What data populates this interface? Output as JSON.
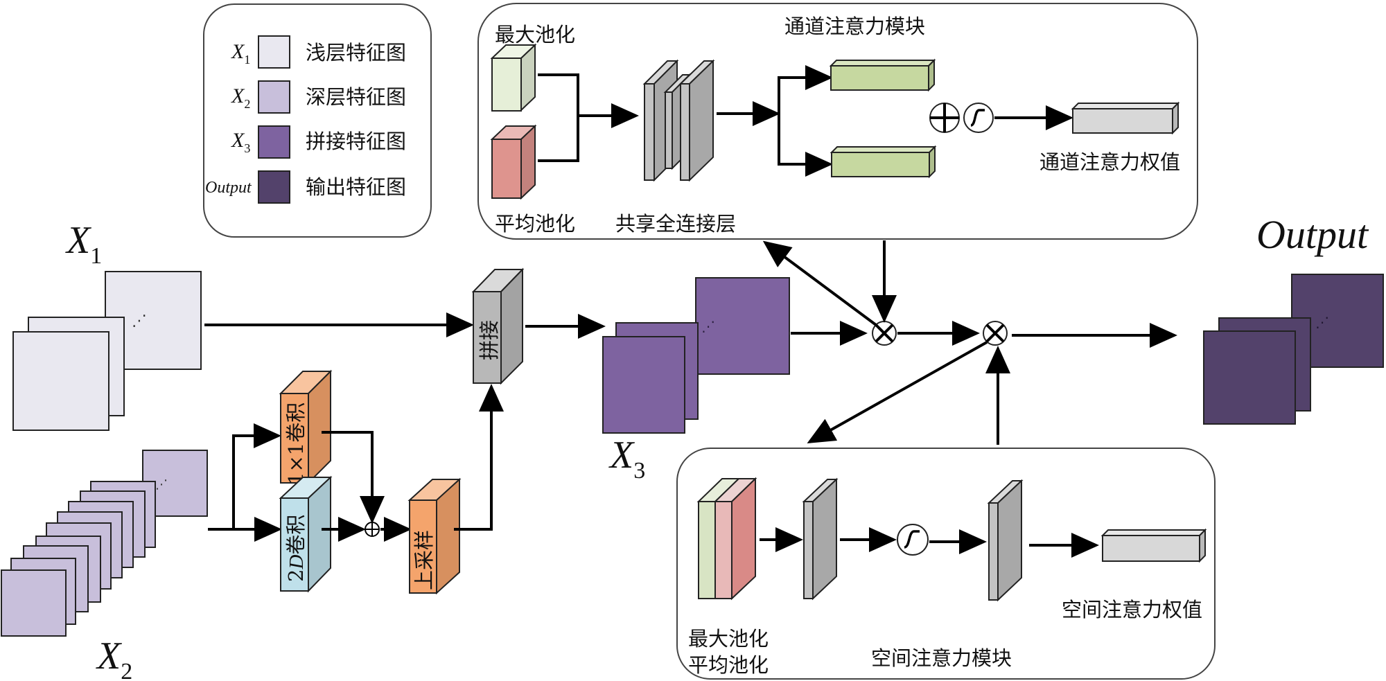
{
  "legend": {
    "items": [
      {
        "symbol": "X",
        "sub": "1",
        "label": "浅层特征图",
        "color": "#e9e8f0"
      },
      {
        "symbol": "X",
        "sub": "2",
        "label": "深层特征图",
        "color": "#c8bfdb"
      },
      {
        "symbol": "X",
        "sub": "3",
        "label": "拼接特征图",
        "color": "#7e63a0"
      },
      {
        "symbol": "Output",
        "sub": "",
        "label": "输出特征图",
        "color": "#53426b"
      }
    ]
  },
  "inputs": {
    "x1": {
      "symbol": "X",
      "sub": "1",
      "color": "#e9e8f0"
    },
    "x2": {
      "symbol": "X",
      "sub": "2",
      "color": "#c8bfdb"
    },
    "x3": {
      "symbol": "X",
      "sub": "3",
      "color": "#7e63a0"
    },
    "output": {
      "symbol": "Output",
      "color": "#53426b"
    },
    "ellipsis": "⋰"
  },
  "branch": {
    "conv1x1": {
      "label": "1×1卷积",
      "color": "#f4a46c"
    },
    "conv2d": {
      "label_prefix": "2",
      "label_italic": "D",
      "label_suffix": "卷积",
      "color": "#bfe0ea"
    },
    "upsample": {
      "label": "上采样",
      "color": "#f4a46c"
    },
    "concat": {
      "label": "拼接",
      "color": "#b8b8b8"
    },
    "add_symbol": "⊕"
  },
  "channel_module": {
    "title": "通道注意力模块",
    "max_pool_label": "最大池化",
    "avg_pool_label": "平均池化",
    "shared_fc_label": "共享全连接层",
    "weight_label": "通道注意力权值",
    "max_pool_color": "#e6efd8",
    "avg_pool_color": "#de948e",
    "fc_color": "#a8a8a8",
    "mlp_out_color": "#c6d8a0",
    "weight_color": "#d8d8d8"
  },
  "spatial_module": {
    "title": "空间注意力模块",
    "pool_label_1": "最大池化",
    "pool_label_2": "平均池化",
    "weight_label": "空间注意力权值",
    "conv_color": "#a8a8a8",
    "weight_color": "#d8d8d8"
  },
  "operators": {
    "multiply": "⊗",
    "add": "⊕",
    "sigmoid": "sigmoid"
  }
}
